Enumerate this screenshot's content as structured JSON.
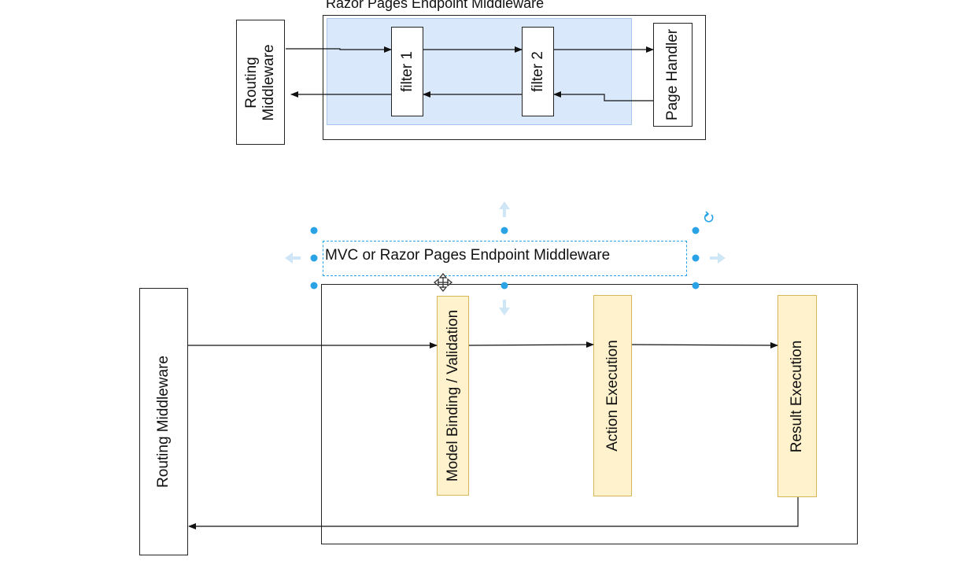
{
  "top_diagram": {
    "title": "Razor Pages Endpoint Middleware",
    "routing": [
      "Routing",
      "Middleware"
    ],
    "filter1": "filter 1",
    "filter2": "filter 2",
    "handler": "Page Handler"
  },
  "bottom_diagram": {
    "title": "MVC or Razor Pages Endpoint Middleware",
    "routing": "Routing Middleware",
    "model_binding": "Model Binding / Validation",
    "action": "Action Execution",
    "result": "Result Execution"
  },
  "colors": {
    "filter_region": "#dae8fc",
    "filter_region_border": "#a9c4eb",
    "stage_fill": "#fff2cc",
    "stage_border": "#d6b656",
    "selection": "#29a3e6"
  },
  "icons": [
    "move-cursor-icon",
    "rotate-icon",
    "arrow-up-icon",
    "arrow-down-icon",
    "arrow-left-icon",
    "arrow-right-icon"
  ]
}
